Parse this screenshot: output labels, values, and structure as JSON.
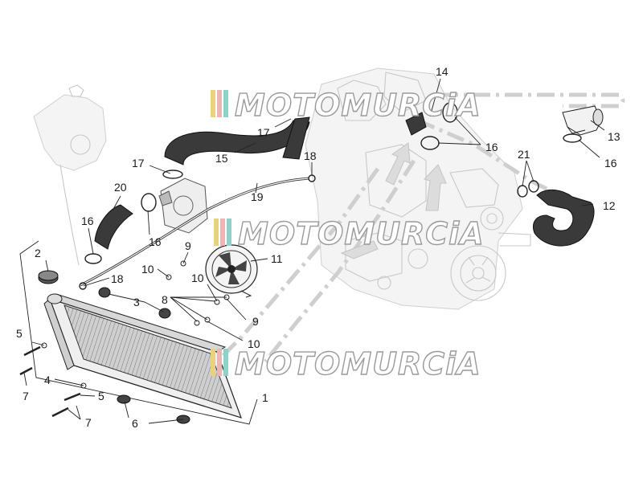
{
  "watermark": {
    "text": "MOTOMURCiA",
    "colors": [
      "#e8d27a",
      "#f0b3b3",
      "#8fd0c8"
    ]
  },
  "callouts": {
    "c1": "1",
    "c2": "2",
    "c3": "3",
    "c4": "4",
    "c5a": "5",
    "c5b": "5",
    "c6": "6",
    "c7a": "7",
    "c7b": "7",
    "c8": "8",
    "c9a": "9",
    "c9b": "9",
    "c10a": "10",
    "c10b": "10",
    "c10c": "10",
    "c11": "11",
    "c12": "12",
    "c13": "13",
    "c14": "14",
    "c15": "15",
    "c16a": "16",
    "c16b": "16",
    "c16c": "16",
    "c16d": "16",
    "c17a": "17",
    "c17b": "17",
    "c18a": "18",
    "c18b": "18",
    "c19": "19",
    "c20": "20",
    "c21": "21"
  }
}
